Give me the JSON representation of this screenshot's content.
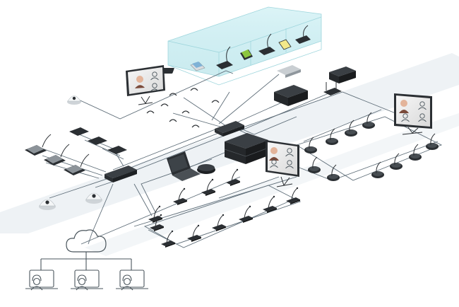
{
  "diagram": {
    "kind": "conference-system-network",
    "video_participant_icon": "person-face",
    "remote_participant_icon": "headset-person",
    "cloud_icon": "cloud"
  },
  "colors": {
    "background": "#ffffff",
    "floor_band": "#edf1f4",
    "cable": "#5e6d78",
    "device_dark": "#2b2f33",
    "device_light": "#d9dde0",
    "glass_room": "#bfe8ee",
    "screen_accent": "#8cc63f",
    "icon_stroke": "#4a555c"
  }
}
